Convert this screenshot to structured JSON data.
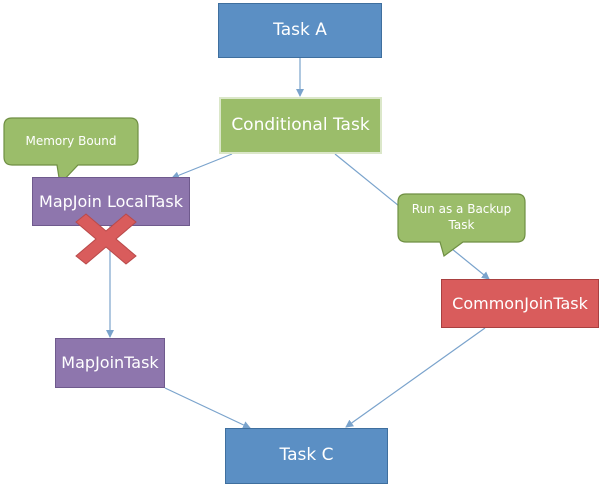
{
  "nodes": {
    "task_a": "Task A",
    "conditional_task": "Conditional Task",
    "mapjoin_local_task": "MapJoin LocalTask",
    "mapjoin_task": "MapJoinTask",
    "common_join_task": "CommonJoinTask",
    "task_c": "Task C"
  },
  "callouts": {
    "memory_bound": "Memory Bound",
    "run_as_backup": "Run as a Backup Task"
  },
  "colors": {
    "task_box": "#5b8fc4",
    "conditional_box": "#9bbd6a",
    "mapjoin_box": "#8e76ad",
    "common_join_box": "#d95c5c",
    "callout": "#9bbd6a",
    "cross": "#d95c5c",
    "edge": "#7aa3cc"
  }
}
